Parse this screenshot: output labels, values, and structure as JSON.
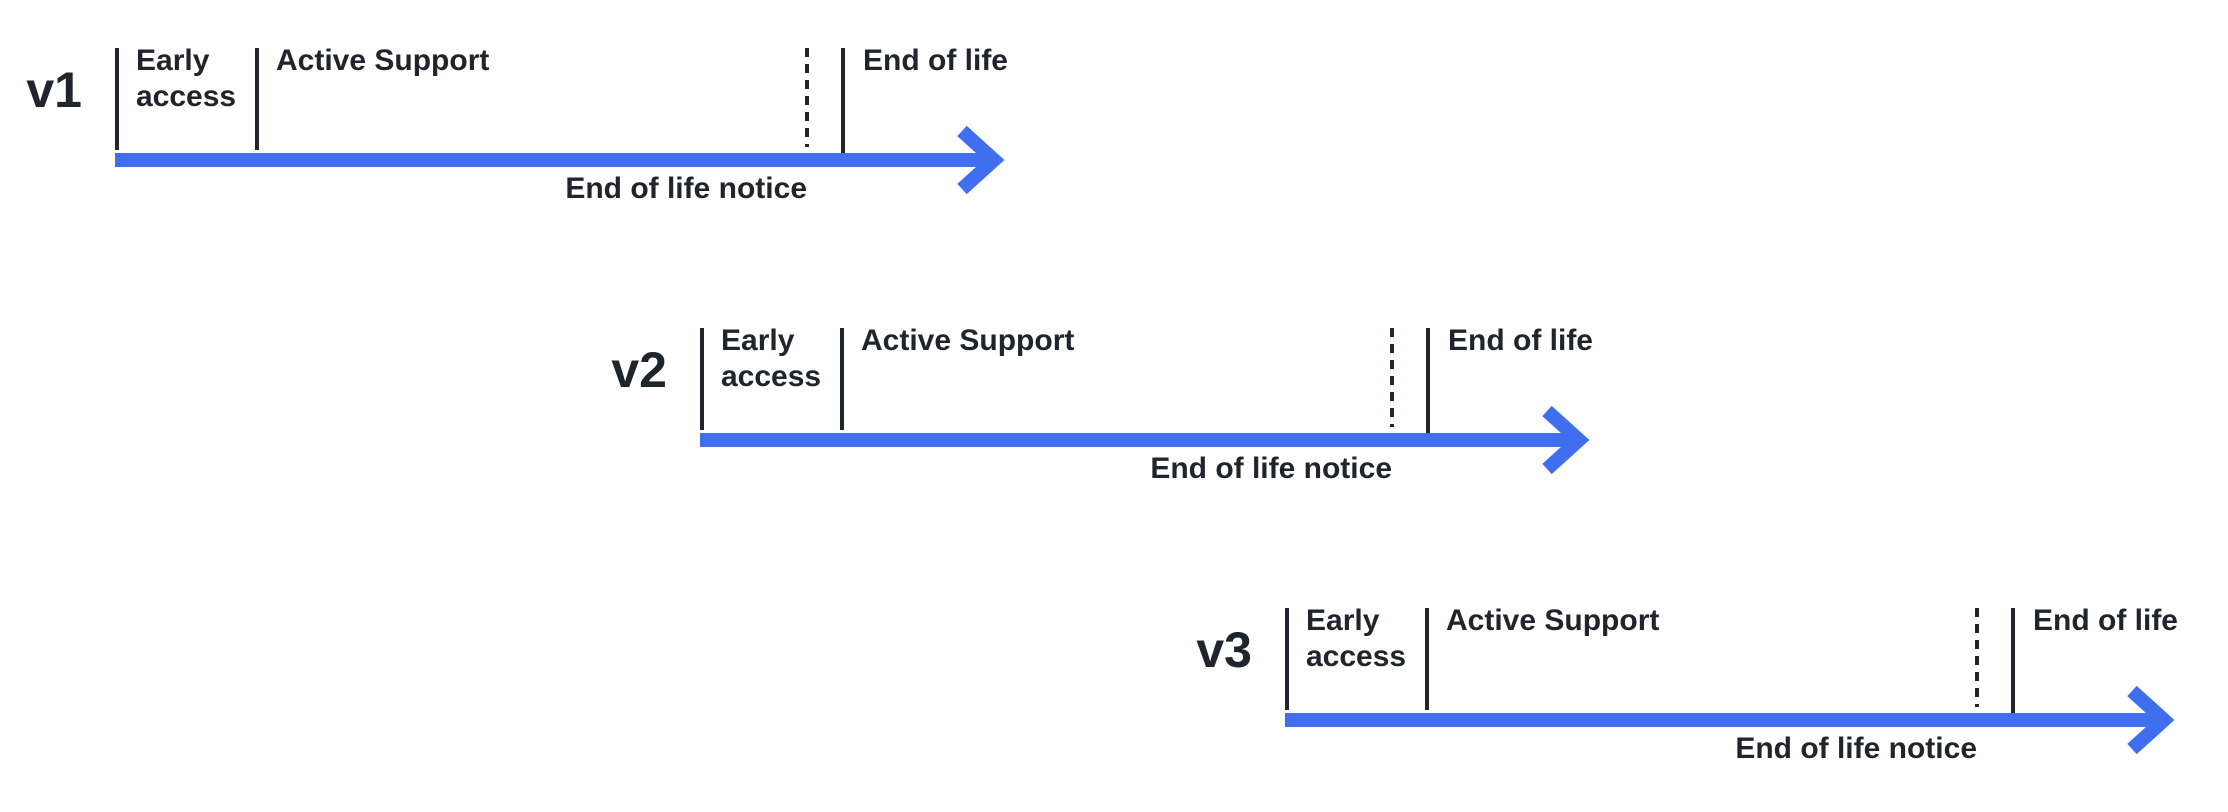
{
  "colors": {
    "accent": "#3F6FEF",
    "ink": "#20242B"
  },
  "timelines": [
    {
      "version": "v1",
      "early_access_label": "Early access",
      "active_support_label": "Active Support",
      "end_of_life_label": "End of life",
      "end_of_life_notice_label": "End of life notice"
    },
    {
      "version": "v2",
      "early_access_label": "Early access",
      "active_support_label": "Active Support",
      "end_of_life_label": "End of life",
      "end_of_life_notice_label": "End of life notice"
    },
    {
      "version": "v3",
      "early_access_label": "Early access",
      "active_support_label": "Active Support",
      "end_of_life_label": "End of life",
      "end_of_life_notice_label": "End of life notice"
    }
  ]
}
